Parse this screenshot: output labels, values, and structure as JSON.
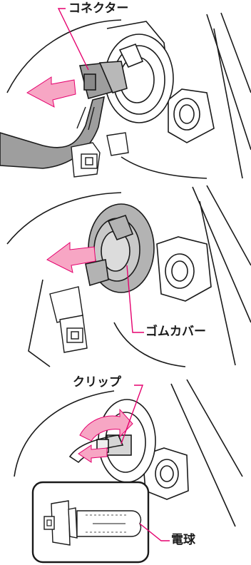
{
  "panels": [
    {
      "callout": "コネクター"
    },
    {
      "callout": "ゴムカバー"
    },
    {
      "callout_clip": "クリップ",
      "callout_bulb": "電球"
    }
  ],
  "colors": {
    "leader": "#e5006e",
    "arrow": "#f7a6c4",
    "arrow_stroke": "#e5006e",
    "cable": "#9e9e9e",
    "rubber_cover": "#b3b3b3",
    "line": "#1a1a1a"
  }
}
